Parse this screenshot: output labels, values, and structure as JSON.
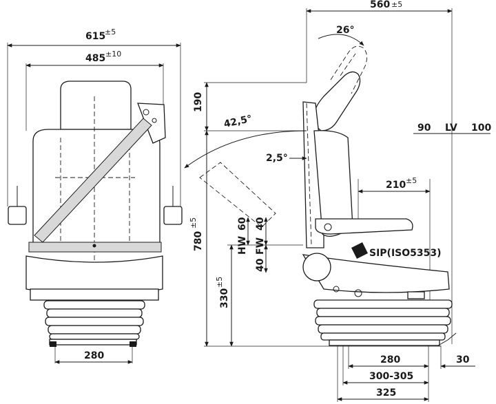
{
  "front_view": {
    "overall_width": {
      "value": "615",
      "tol": "±5"
    },
    "inner_width": {
      "value": "485",
      "tol": "±10"
    },
    "base_width": "280"
  },
  "side_view": {
    "depth": {
      "value": "560",
      "tol": "±5"
    },
    "recline_angle": "26°",
    "backrest_angle": "42,5°",
    "tilt_angle": "2,5°",
    "headrest_height": "190",
    "total_height": {
      "value": "780",
      "tol": "±5"
    },
    "seat_height": {
      "value": "330",
      "tol": "±5"
    },
    "armrest_depth": {
      "value": "210",
      "tol": "±5"
    },
    "sip_label": "SIP(ISO5353)",
    "hw_label": "HW",
    "fw_label": "FW",
    "hw_value": "60",
    "fw_value_up": "40",
    "fw_value_down": "40",
    "lv_front": "90",
    "lv_label": "LV",
    "lv_back": "100",
    "base_280": "280",
    "base_range": "300-305",
    "base_325": "325",
    "lever_30": "30"
  }
}
